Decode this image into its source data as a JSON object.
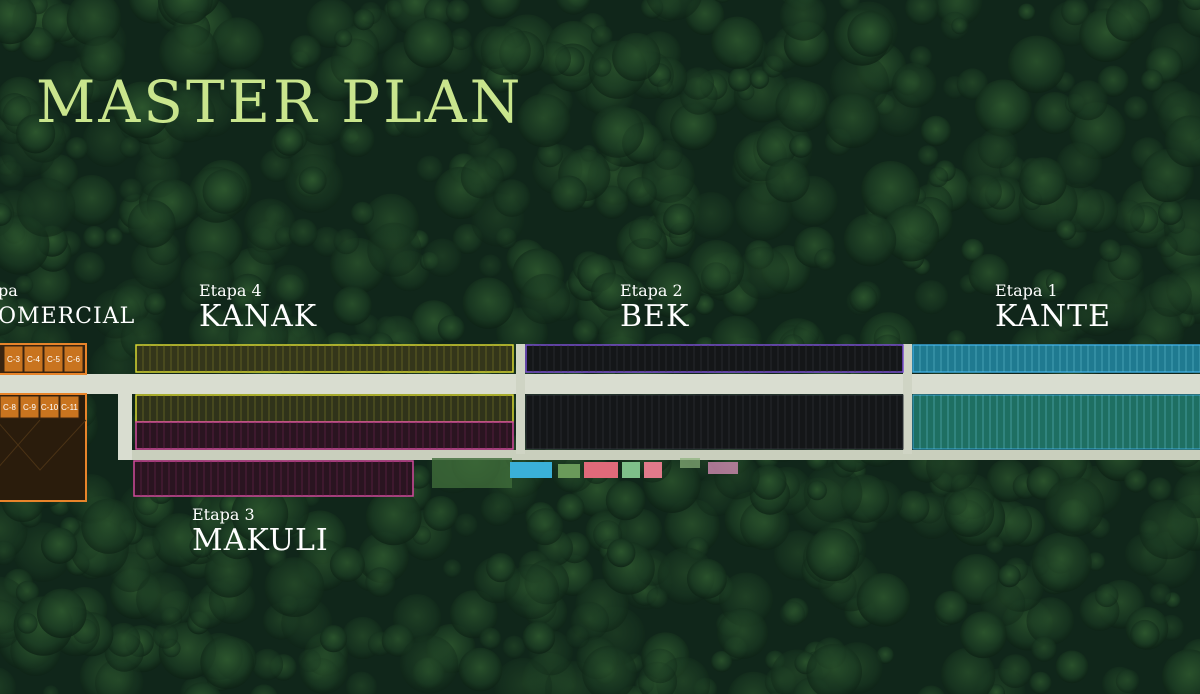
{
  "title": "MASTER PLAN",
  "stages": {
    "comercial": {
      "stage_label": "pa",
      "name": "OMERCIAL",
      "color": "#e8842a",
      "lots_top": [
        "C-3",
        "C-4",
        "C-5",
        "C-6"
      ],
      "lots_bottom": [
        "C-8",
        "C-9",
        "C-10",
        "C-11"
      ]
    },
    "kanak": {
      "stage_label": "Etapa 4",
      "name": "KANAK",
      "color": "#d6d632"
    },
    "bek": {
      "stage_label": "Etapa 2",
      "name": "BEK",
      "color": "#7a4fd0"
    },
    "kante": {
      "stage_label": "Etapa 1",
      "name": "KANTE",
      "color": "#3aa6d8"
    },
    "makuli": {
      "stage_label": "Etapa 3",
      "name": "MAKULI",
      "color": "#d04a9a"
    }
  },
  "colors": {
    "forest": "#0f2417",
    "title": "#c9e58d",
    "road": "#d9ddd0"
  },
  "icons": [
    "amenity-pool-icon",
    "amenity-court-icon"
  ]
}
